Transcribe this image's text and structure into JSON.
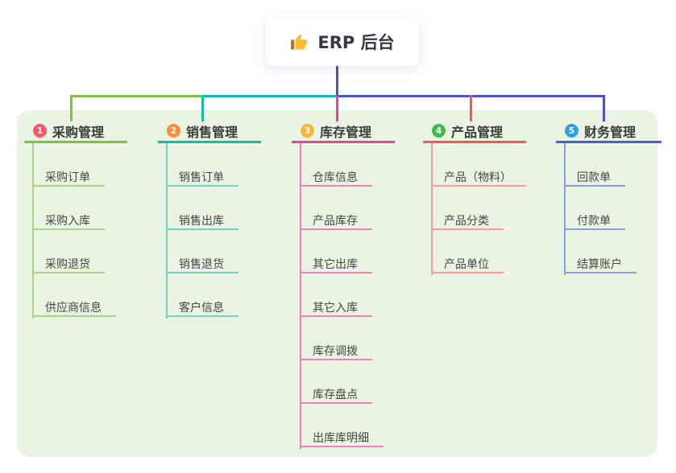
{
  "root": {
    "label": "ERP 后台",
    "icon": "thumbs-up-icon"
  },
  "colors": {
    "root_connector": "#4a55c8",
    "panel_background": "#e9f5e2"
  },
  "branches": [
    {
      "num": "1",
      "label": "采购管理",
      "line_color": "#7cc244",
      "child_line_color": "#a9d587",
      "badge_color": "#f5586c",
      "children": [
        "采购订单",
        "采购入库",
        "采购退货",
        "供应商信息"
      ]
    },
    {
      "num": "2",
      "label": "销售管理",
      "line_color": "#10bdae",
      "child_line_color": "#72d2c8",
      "badge_color": "#f78e3d",
      "children": [
        "销售订单",
        "销售出库",
        "销售退货",
        "客户信息"
      ]
    },
    {
      "num": "3",
      "label": "库存管理",
      "line_color": "#e8449c",
      "child_line_color": "#f07fc0",
      "badge_color": "#f7b637",
      "children": [
        "仓库信息",
        "产品库存",
        "其它出库",
        "其它入库",
        "库存调拨",
        "库存盘点",
        "出库库明细"
      ]
    },
    {
      "num": "4",
      "label": "产品管理",
      "line_color": "#f4565e",
      "child_line_color": "#f79a9e",
      "badge_color": "#42b94e",
      "children": [
        "产品（物料）",
        "产品分类",
        "产品单位"
      ]
    },
    {
      "num": "5",
      "label": "财务管理",
      "line_color": "#4462c9",
      "child_line_color": "#8aa0dc",
      "badge_color": "#2da0e4",
      "children": [
        "回款单",
        "付款单",
        "结算账户"
      ]
    }
  ]
}
